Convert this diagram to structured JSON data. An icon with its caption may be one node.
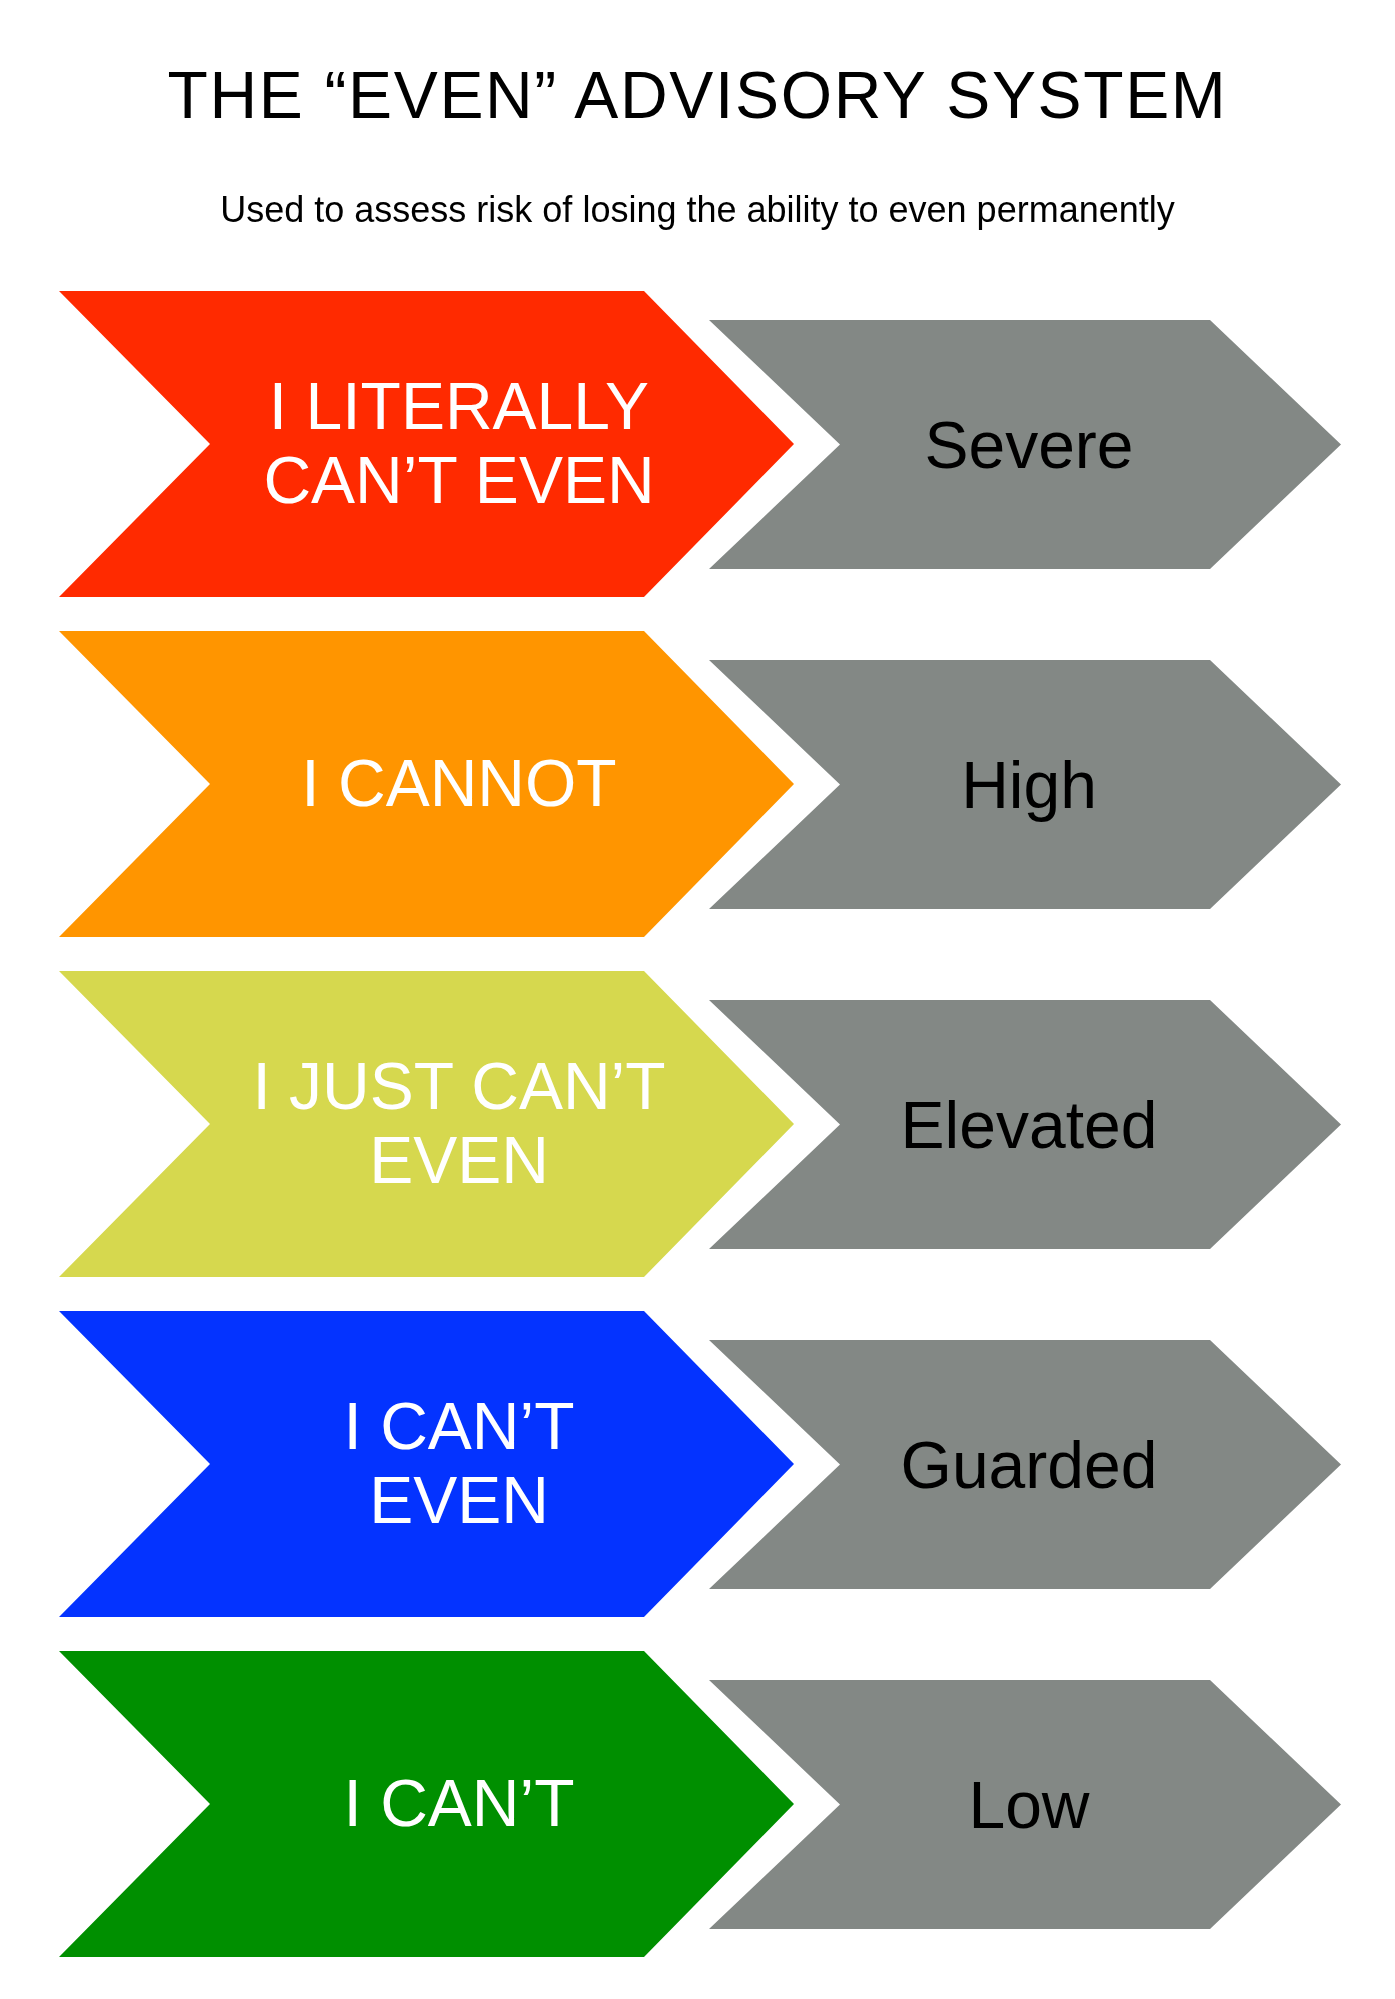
{
  "diagram": {
    "title": "THE “EVEN” ADVISORY SYSTEM",
    "caption": "Used to assess risk of losing the ability to even permanently",
    "nodes": [
      {
        "text": [
          "I LITERALLY CAN’T EVEN"
        ]
      },
      {
        "text": [
          "Severe"
        ]
      },
      {
        "text": [
          "I CANNOT"
        ]
      },
      {
        "text": [
          "High"
        ]
      },
      {
        "text": [
          "I JUST CAN’T EVEN"
        ]
      },
      {
        "text": [
          "Elevated"
        ]
      },
      {
        "text": [
          "I CAN’T EVEN"
        ]
      },
      {
        "text": [
          "Guarded"
        ]
      },
      {
        "text": [
          "I CAN’T"
        ]
      },
      {
        "text": [
          "Low"
        ]
      }
    ]
  }
}
